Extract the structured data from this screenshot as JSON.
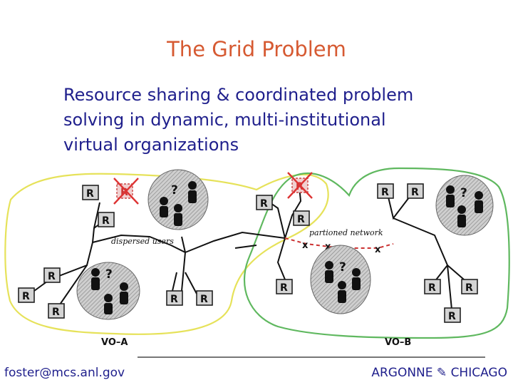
{
  "slide": {
    "title": "The Grid Problem",
    "body_lines": [
      "Resource sharing & coordinated problem",
      "solving in dynamic, multi-institutional",
      "virtual organizations"
    ]
  },
  "diagram": {
    "resource_label": "R",
    "user_group_label": "?",
    "dispersed_users_label": "dispersed users",
    "partitioned_network_label": "partioned network",
    "vo_a_label": "VO–A",
    "vo_b_label": "VO–B",
    "break_mark": "x",
    "colors": {
      "vo_a_outline": "#e6e25a",
      "vo_b_outline": "#5fb85f",
      "failure": "#cc3333"
    }
  },
  "footer": {
    "email": "foster@mcs.anl.gov",
    "org": "ARGONNE ✎ CHICAGO"
  }
}
